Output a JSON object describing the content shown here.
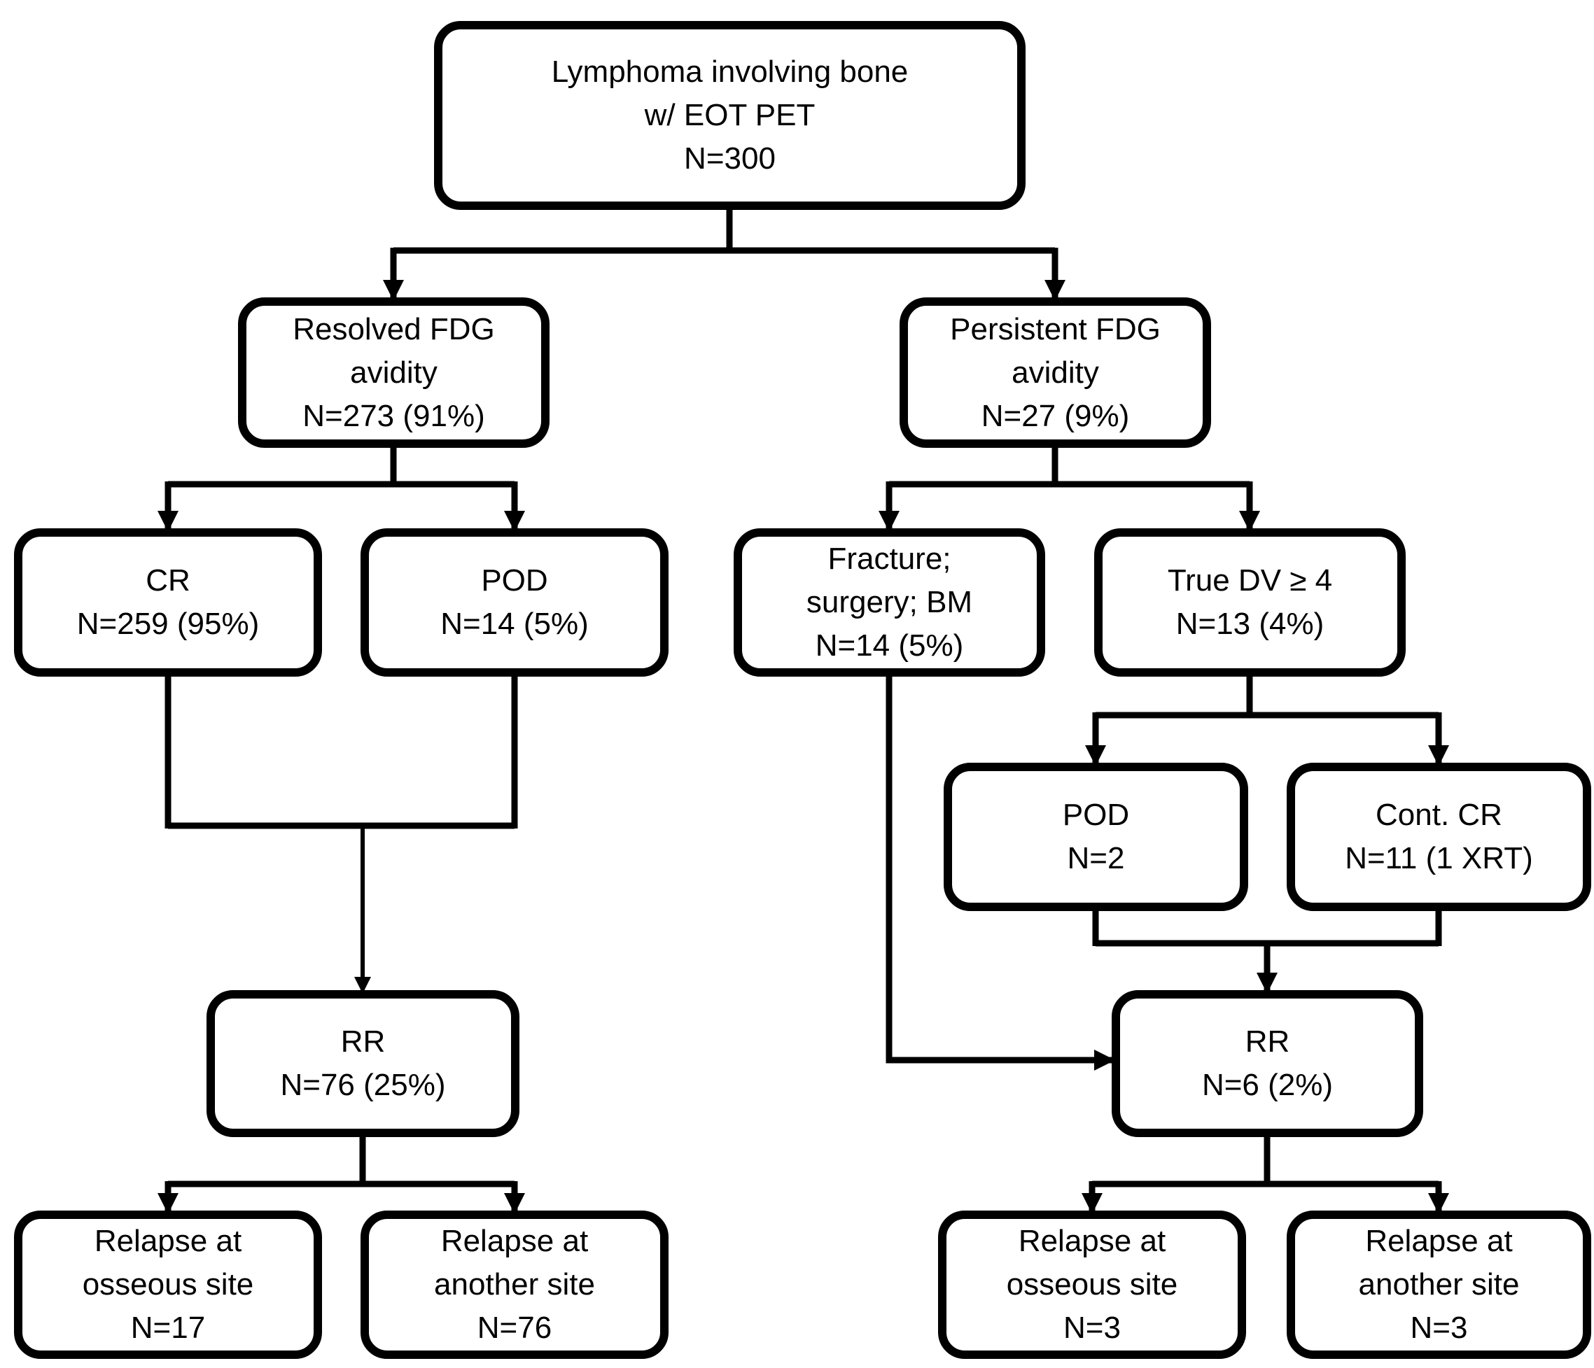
{
  "colors": {
    "background": "#ffffff",
    "box_border": "#000000",
    "connector": "#000000",
    "text": "#000000"
  },
  "nodes": {
    "root": {
      "lines": [
        "Lymphoma involving bone",
        "w/ EOT PET",
        "N=300"
      ]
    },
    "resolved": {
      "lines": [
        "Resolved FDG",
        "avidity",
        "N=273 (91%)"
      ]
    },
    "persistent": {
      "lines": [
        "Persistent FDG",
        "avidity",
        "N=27 (9%)"
      ]
    },
    "cr": {
      "lines": [
        "CR",
        "N=259 (95%)"
      ]
    },
    "pod_resolved": {
      "lines": [
        "POD",
        "N=14 (5%)"
      ]
    },
    "fracture": {
      "lines": [
        "Fracture;",
        "surgery; BM",
        "N=14 (5%)"
      ]
    },
    "true_dv": {
      "lines": [
        "True DV ≥ 4",
        "N=13 (4%)"
      ]
    },
    "pod_dv": {
      "lines": [
        "POD",
        "N=2"
      ]
    },
    "cont_cr": {
      "lines": [
        "Cont. CR",
        "N=11 (1 XRT)"
      ]
    },
    "rr_resolved": {
      "lines": [
        "RR",
        "N=76 (25%)"
      ]
    },
    "rr_persistent": {
      "lines": [
        "RR",
        "N=6 (2%)"
      ]
    },
    "relapse_osseous_resolved": {
      "lines": [
        "Relapse at",
        "osseous site",
        "N=17"
      ]
    },
    "relapse_another_resolved": {
      "lines": [
        "Relapse at",
        "another site",
        "N=76"
      ]
    },
    "relapse_osseous_persistent": {
      "lines": [
        "Relapse at",
        "osseous site",
        "N=3"
      ]
    },
    "relapse_another_persistent": {
      "lines": [
        "Relapse at",
        "another site",
        "N=3"
      ]
    }
  }
}
